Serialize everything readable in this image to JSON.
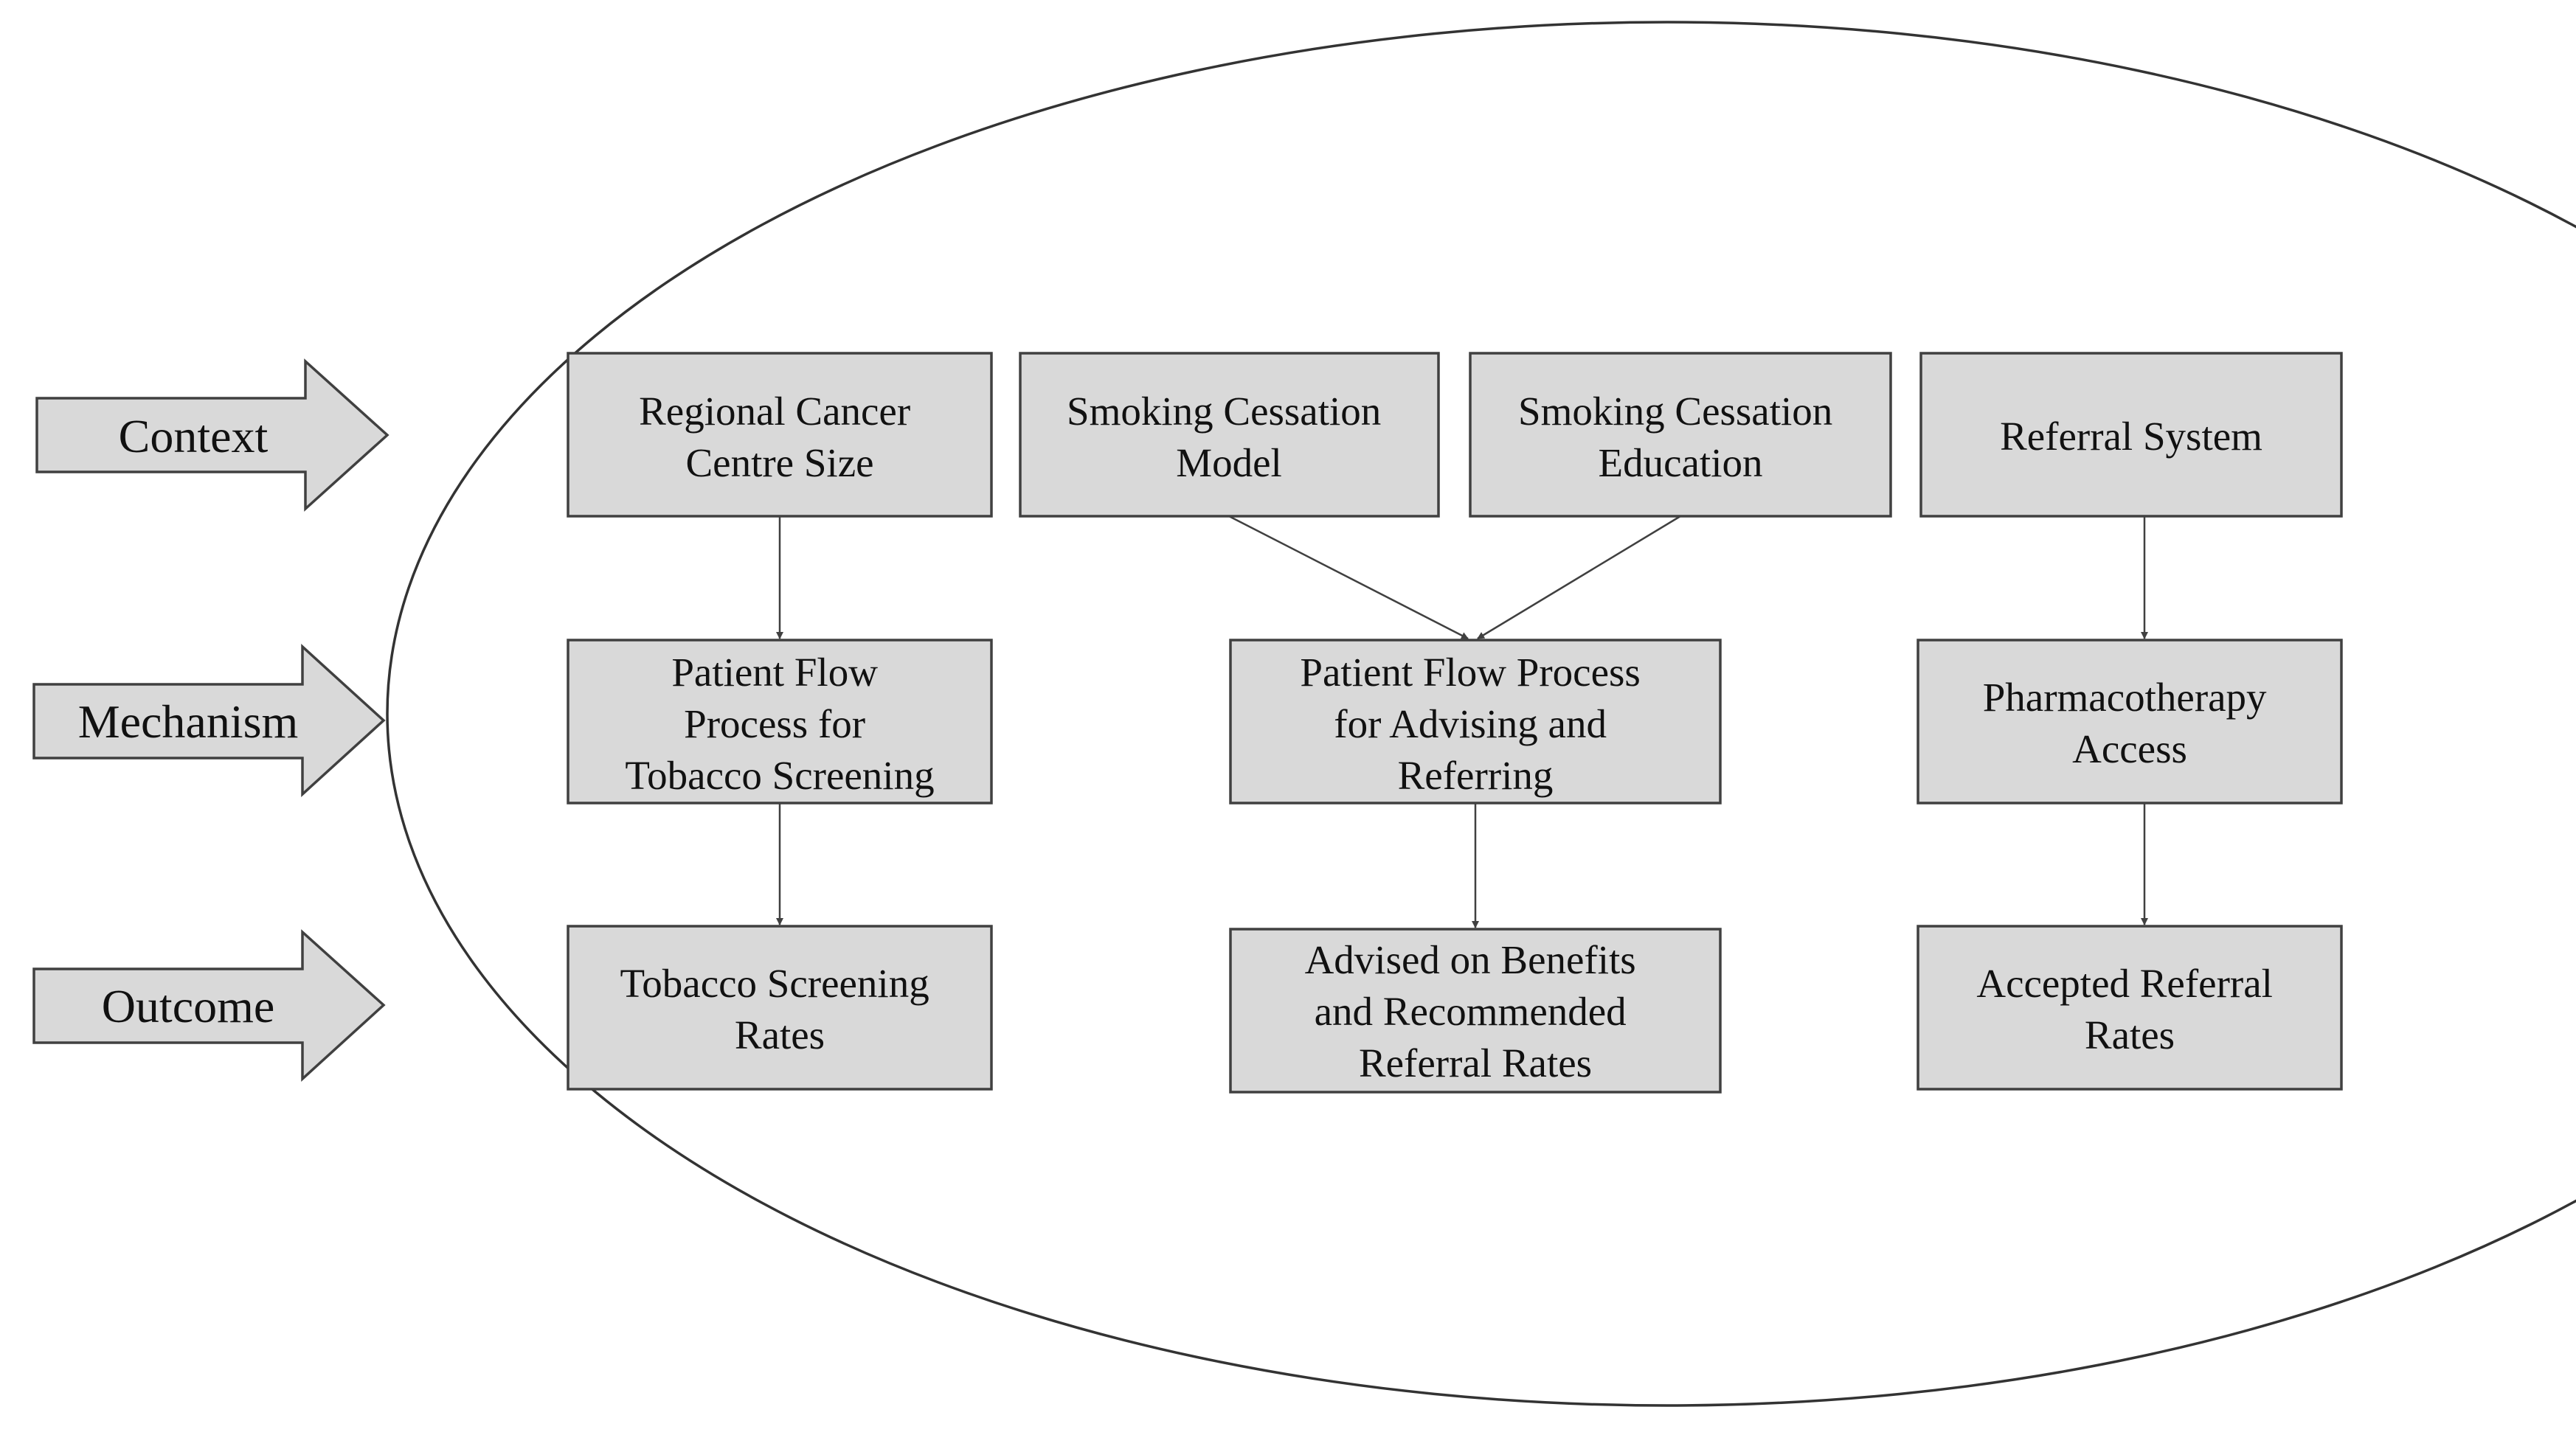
{
  "stages": {
    "context": "Context",
    "mechanism": "Mechanism",
    "outcome": "Outcome"
  },
  "nodes": {
    "regional_cancer_centre_size": [
      "Regional Cancer",
      "Centre Size"
    ],
    "smoking_cessation_model": [
      "Smoking Cessation",
      "Model"
    ],
    "smoking_cessation_education": [
      "Smoking Cessation",
      "Education"
    ],
    "referral_system": [
      "Referral System"
    ],
    "patient_flow_screening": [
      "Patient Flow",
      "Process for",
      "Tobacco Screening"
    ],
    "patient_flow_advising": [
      "Patient Flow Process",
      "for Advising and",
      "Referring"
    ],
    "pharmacotherapy_access": [
      "Pharmacotherapy",
      "Access"
    ],
    "tobacco_screening_rates": [
      "Tobacco Screening",
      "Rates"
    ],
    "advised_referral_rates": [
      "Advised on Benefits",
      "and Recommended",
      "Referral Rates"
    ],
    "accepted_referral_rates": [
      "Accepted Referral",
      "Rates"
    ]
  },
  "edges": [
    {
      "from": "regional_cancer_centre_size",
      "to": "patient_flow_screening"
    },
    {
      "from": "smoking_cessation_model",
      "to": "patient_flow_advising"
    },
    {
      "from": "smoking_cessation_education",
      "to": "patient_flow_advising"
    },
    {
      "from": "referral_system",
      "to": "pharmacotherapy_access"
    },
    {
      "from": "patient_flow_screening",
      "to": "tobacco_screening_rates"
    },
    {
      "from": "patient_flow_advising",
      "to": "advised_referral_rates"
    },
    {
      "from": "pharmacotherapy_access",
      "to": "accepted_referral_rates"
    }
  ],
  "colors": {
    "box_fill": "#d9d9d9",
    "stroke": "#404040"
  }
}
